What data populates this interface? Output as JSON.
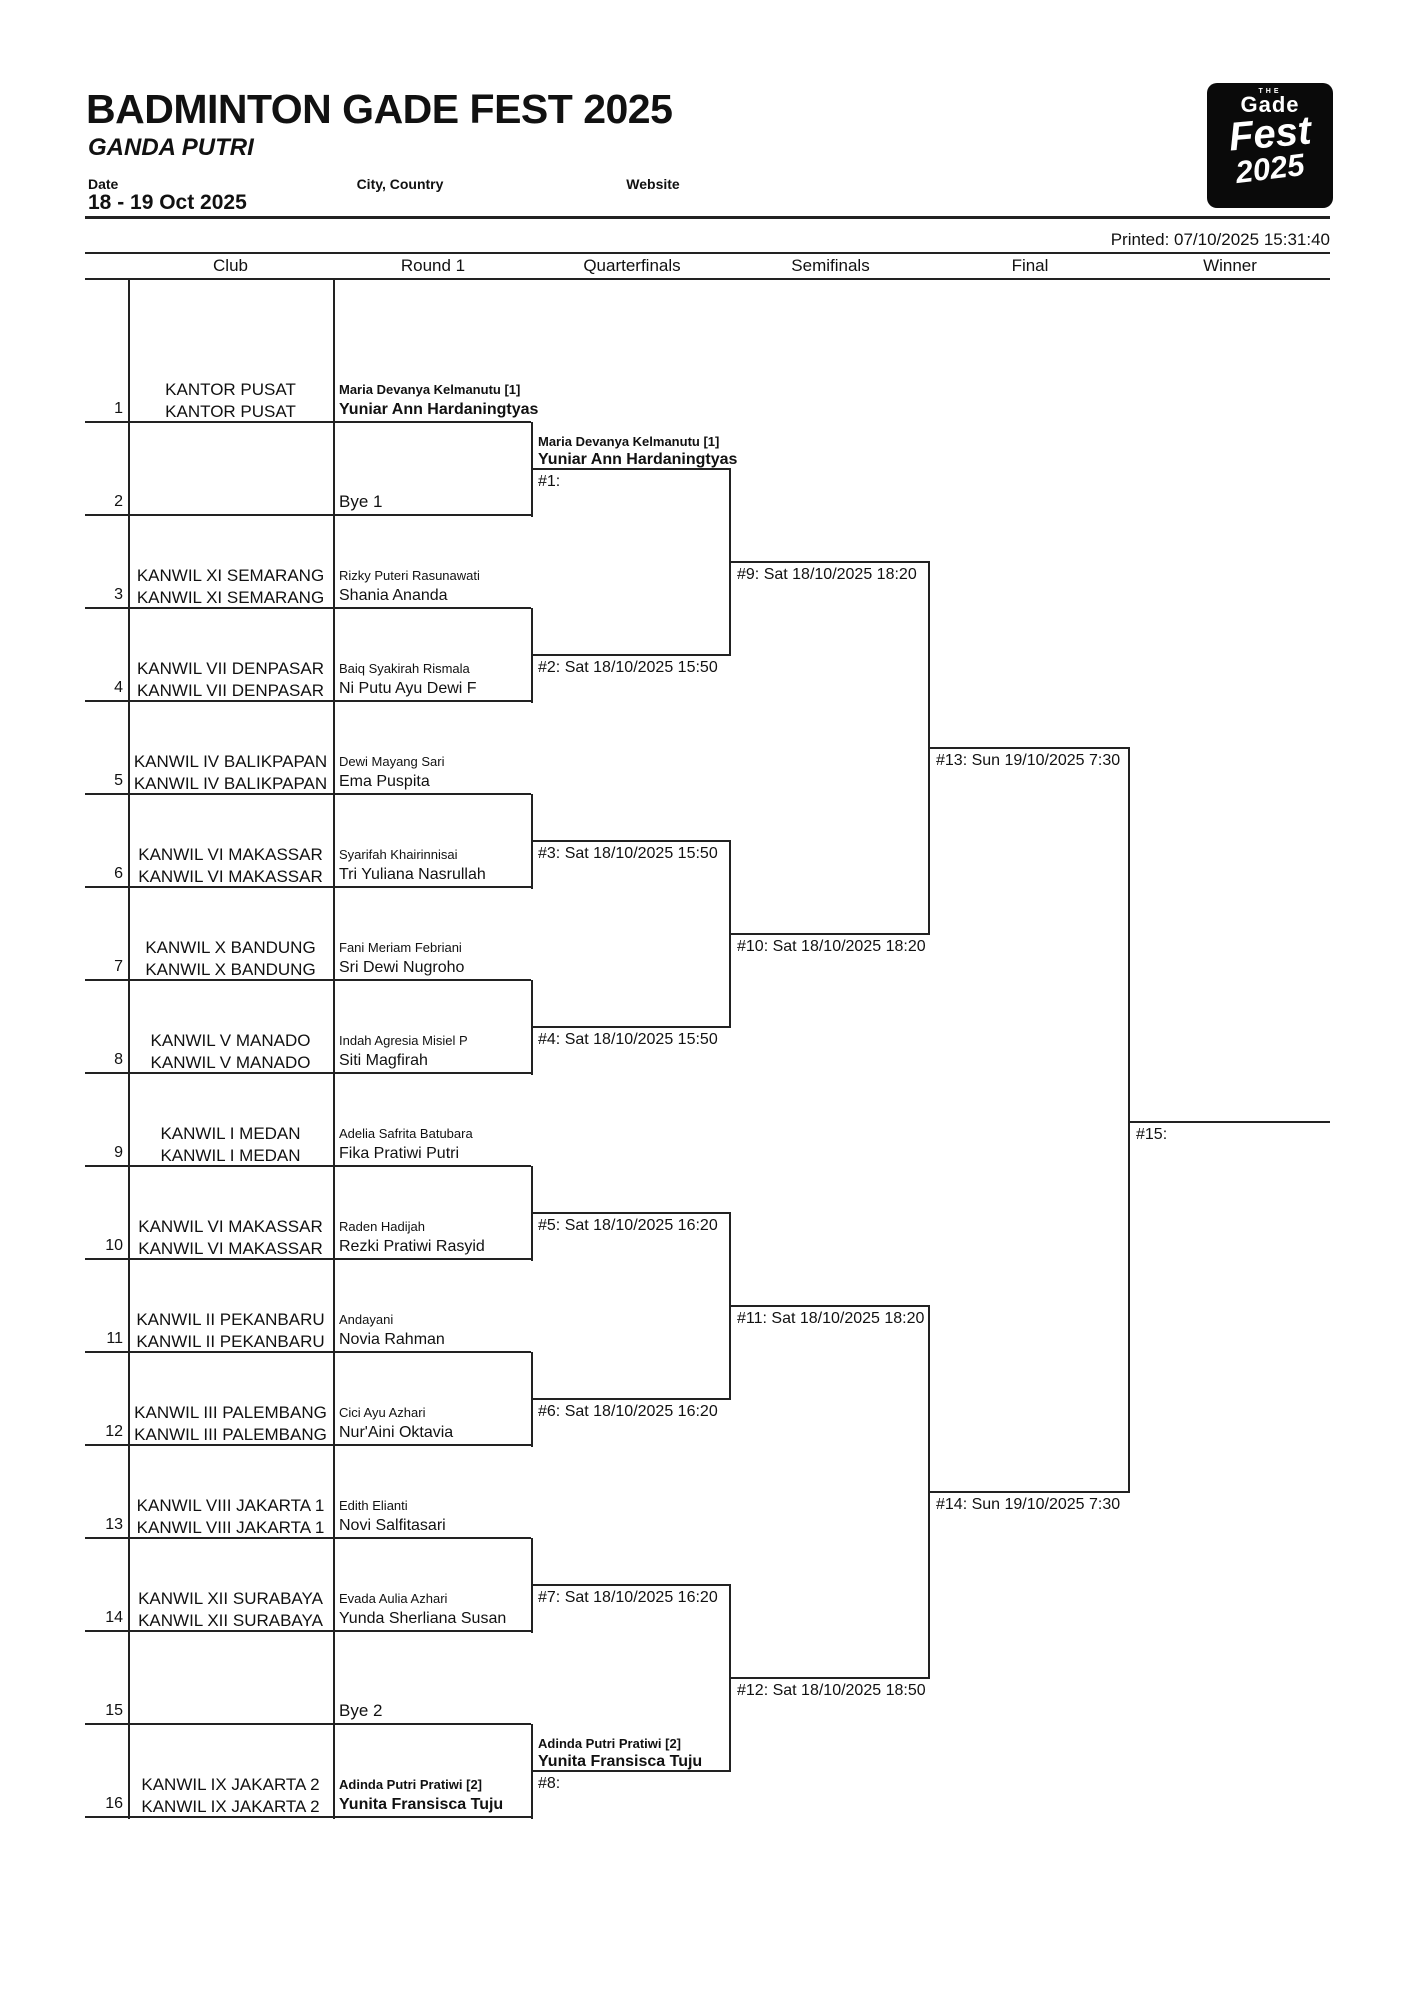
{
  "header": {
    "title": "BADMINTON GADE FEST 2025",
    "subtitle": "GANDA PUTRI",
    "date_label": "Date",
    "date_value": "18 - 19 Oct 2025",
    "city_label": "City, Country",
    "website_label": "Website",
    "printed": "Printed: 07/10/2025 15:31:40",
    "logo": {
      "the": "THE",
      "brand": "Gade",
      "fest": "Fest",
      "year": "2025"
    }
  },
  "bracket": {
    "columns": [
      "Club",
      "Round 1",
      "Quarterfinals",
      "Semifinals",
      "Final",
      "Winner"
    ],
    "entries": [
      {
        "seed": "1",
        "club": "KANTOR PUSAT",
        "player1": "Maria Devanya Kelmanutu [1]",
        "player2": "Yuniar Ann Hardaningtyas",
        "seeded": true
      },
      {
        "seed": "2",
        "bye": "Bye 1"
      },
      {
        "seed": "3",
        "club": "KANWIL XI SEMARANG",
        "player1": "Rizky Puteri Rasunawati",
        "player2": "Shania Ananda"
      },
      {
        "seed": "4",
        "club": "KANWIL VII DENPASAR",
        "player1": "Baiq Syakirah Rismala",
        "player2": "Ni Putu Ayu Dewi F"
      },
      {
        "seed": "5",
        "club": "KANWIL IV BALIKPAPAN",
        "player1": "Dewi Mayang Sari",
        "player2": "Ema Puspita"
      },
      {
        "seed": "6",
        "club": "KANWIL VI MAKASSAR",
        "player1": "Syarifah Khairinnisai",
        "player2": "Tri Yuliana Nasrullah"
      },
      {
        "seed": "7",
        "club": "KANWIL X BANDUNG",
        "player1": "Fani Meriam Febriani",
        "player2": "Sri Dewi Nugroho"
      },
      {
        "seed": "8",
        "club": "KANWIL V MANADO",
        "player1": "Indah Agresia Misiel P",
        "player2": "Siti Magfirah"
      },
      {
        "seed": "9",
        "club": "KANWIL I MEDAN",
        "player1": "Adelia Safrita Batubara",
        "player2": "Fika Pratiwi Putri"
      },
      {
        "seed": "10",
        "club": "KANWIL VI MAKASSAR",
        "player1": "Raden Hadijah",
        "player2": "Rezki Pratiwi Rasyid"
      },
      {
        "seed": "11",
        "club": "KANWIL II PEKANBARU",
        "player1": "Andayani",
        "player2": "Novia Rahman"
      },
      {
        "seed": "12",
        "club": "KANWIL III PALEMBANG",
        "player1": "Cici Ayu Azhari",
        "player2": "Nur'Aini Oktavia"
      },
      {
        "seed": "13",
        "club": "KANWIL VIII JAKARTA 1",
        "player1": "Edith Elianti",
        "player2": "Novi Salfitasari"
      },
      {
        "seed": "14",
        "club": "KANWIL XII SURABAYA",
        "player1": "Evada Aulia Azhari",
        "player2": "Yunda Sherliana Susan"
      },
      {
        "seed": "15",
        "bye": "Bye 2"
      },
      {
        "seed": "16",
        "club": "KANWIL IX JAKARTA 2",
        "player1": "Adinda Putri Pratiwi [2]",
        "player2": "Yunita Fransisca Tuju",
        "seeded": true
      }
    ],
    "round1": [
      {
        "label": "#1:",
        "winner1": "Maria Devanya Kelmanutu [1]",
        "winner2": "Yuniar Ann Hardaningtyas"
      },
      {
        "label": "#2: Sat 18/10/2025 15:50"
      },
      {
        "label": "#3: Sat 18/10/2025 15:50"
      },
      {
        "label": "#4: Sat 18/10/2025 15:50"
      },
      {
        "label": "#5: Sat 18/10/2025 16:20"
      },
      {
        "label": "#6: Sat 18/10/2025 16:20"
      },
      {
        "label": "#7: Sat 18/10/2025 16:20"
      },
      {
        "label": "#8:",
        "winner1": "Adinda Putri Pratiwi [2]",
        "winner2": "Yunita Fransisca Tuju"
      }
    ],
    "quarterfinals": [
      {
        "label": "#9: Sat 18/10/2025 18:20"
      },
      {
        "label": "#10: Sat 18/10/2025 18:20"
      },
      {
        "label": "#11: Sat 18/10/2025 18:20"
      },
      {
        "label": "#12: Sat 18/10/2025 18:50"
      }
    ],
    "semifinals": [
      {
        "label": "#13: Sun 19/10/2025 7:30"
      },
      {
        "label": "#14: Sun 19/10/2025 7:30"
      }
    ],
    "final": [
      {
        "label": "#15:"
      }
    ]
  }
}
